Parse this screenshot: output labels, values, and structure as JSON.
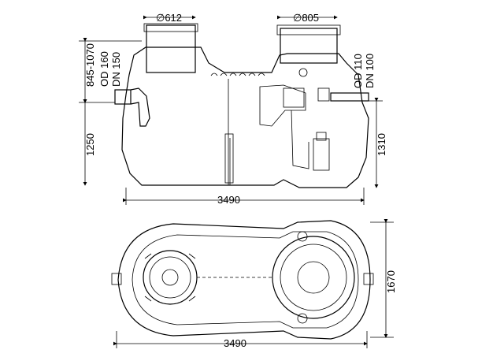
{
  "side_view": {
    "dim_manhole_left": "∅612",
    "dim_manhole_right": "∅805",
    "dim_inlet_height": "845-1070",
    "dim_inlet_od": "OD 160",
    "dim_inlet_dn": "DN 150",
    "dim_outlet_od": "OD 110",
    "dim_outlet_dn": "DN 100",
    "dim_left_height": "1250",
    "dim_right_height": "1310",
    "dim_length": "3490"
  },
  "top_view": {
    "dim_width": "1670",
    "dim_length": "3490"
  }
}
